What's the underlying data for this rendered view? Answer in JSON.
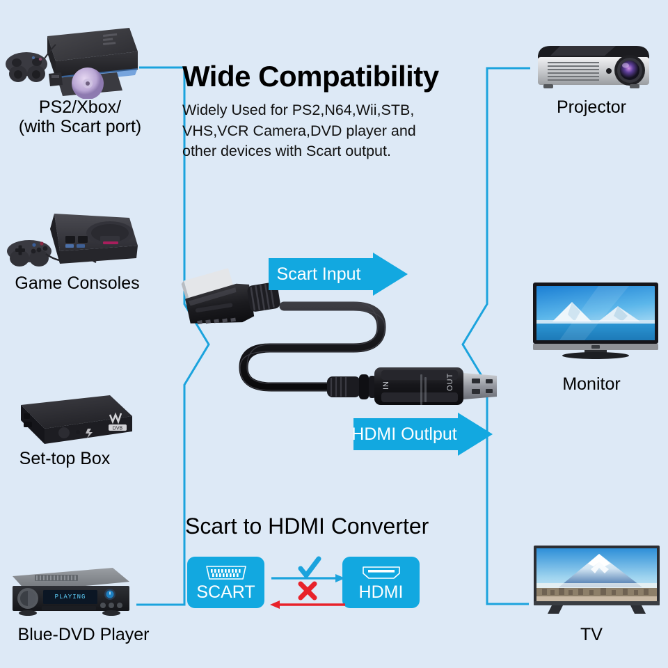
{
  "theme": {
    "background": "#dde9f6",
    "accent_blue": "#12a8e0",
    "bracket_blue": "#1ba3dd",
    "check_blue": "#1ba3dd",
    "cross_red": "#e8222a",
    "text_black": "#000000",
    "badge_text": "#ffffff"
  },
  "headline": {
    "title": "Wide Compatibility",
    "body_line1": "Widely Used for PS2,N64,Wii,STB,",
    "body_line2": "VHS,VCR Camera,DVD player and",
    "body_line3": "other devices with Scart output."
  },
  "sources": [
    {
      "id": "ps2",
      "label_line1": "PS2/Xbox/",
      "label_line2": "(with Scart port)"
    },
    {
      "id": "consoles",
      "label_line1": "Game Consoles",
      "label_line2": ""
    },
    {
      "id": "stb",
      "label_line1": "Set-top Box",
      "label_line2": ""
    },
    {
      "id": "dvd",
      "label_line1": "Blue-DVD Player",
      "label_line2": "",
      "display_text": "PLAYING"
    }
  ],
  "outputs": [
    {
      "id": "projector",
      "label": "Projector"
    },
    {
      "id": "monitor",
      "label": "Monitor"
    },
    {
      "id": "tv",
      "label": "TV"
    }
  ],
  "arrows": {
    "input_label": "Scart Input",
    "output_label": "HDMI Outlput"
  },
  "cable": {
    "in_marking": "IN",
    "out_marking": "OUT"
  },
  "converter": {
    "title": "Scart to HDMI Converter",
    "scart_badge_label": "SCART",
    "hdmi_badge_label": "HDMI",
    "forward_mark": "✔",
    "reverse_mark": "X"
  }
}
